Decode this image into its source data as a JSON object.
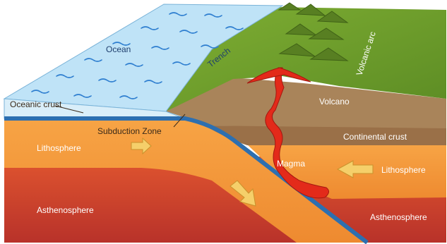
{
  "diagram": {
    "labels": {
      "ocean": "Ocean",
      "trench": "Trench",
      "volcanic_arc": "Volcanic arc",
      "oceanic_crust": "Oceanic crust",
      "volcano": "Volcano",
      "subduction_zone": "Subduction Zone",
      "continental_crust": "Continental crust",
      "lithosphere_left": "Lithosphere",
      "lithosphere_right": "Lithosphere",
      "magma": "Magma",
      "asthenosphere_left": "Asthenosphere",
      "asthenosphere_right": "Asthenosphere"
    },
    "colors": {
      "ocean": "#bfe3f7",
      "ocean_waves": "#2f7fd0",
      "oceanic_crust": "#d9eef9",
      "plate_edge": "#2d6fb0",
      "land_green": "#6f9f2a",
      "land_dark": "#4d7a1c",
      "crust_brown": "#a57d52",
      "crust_light": "#c4a176",
      "lithosphere": "#f29a3a",
      "asthenosphere": "#c9412e",
      "magma": "#e32a1a",
      "arrow": "#f5cf6a"
    }
  }
}
